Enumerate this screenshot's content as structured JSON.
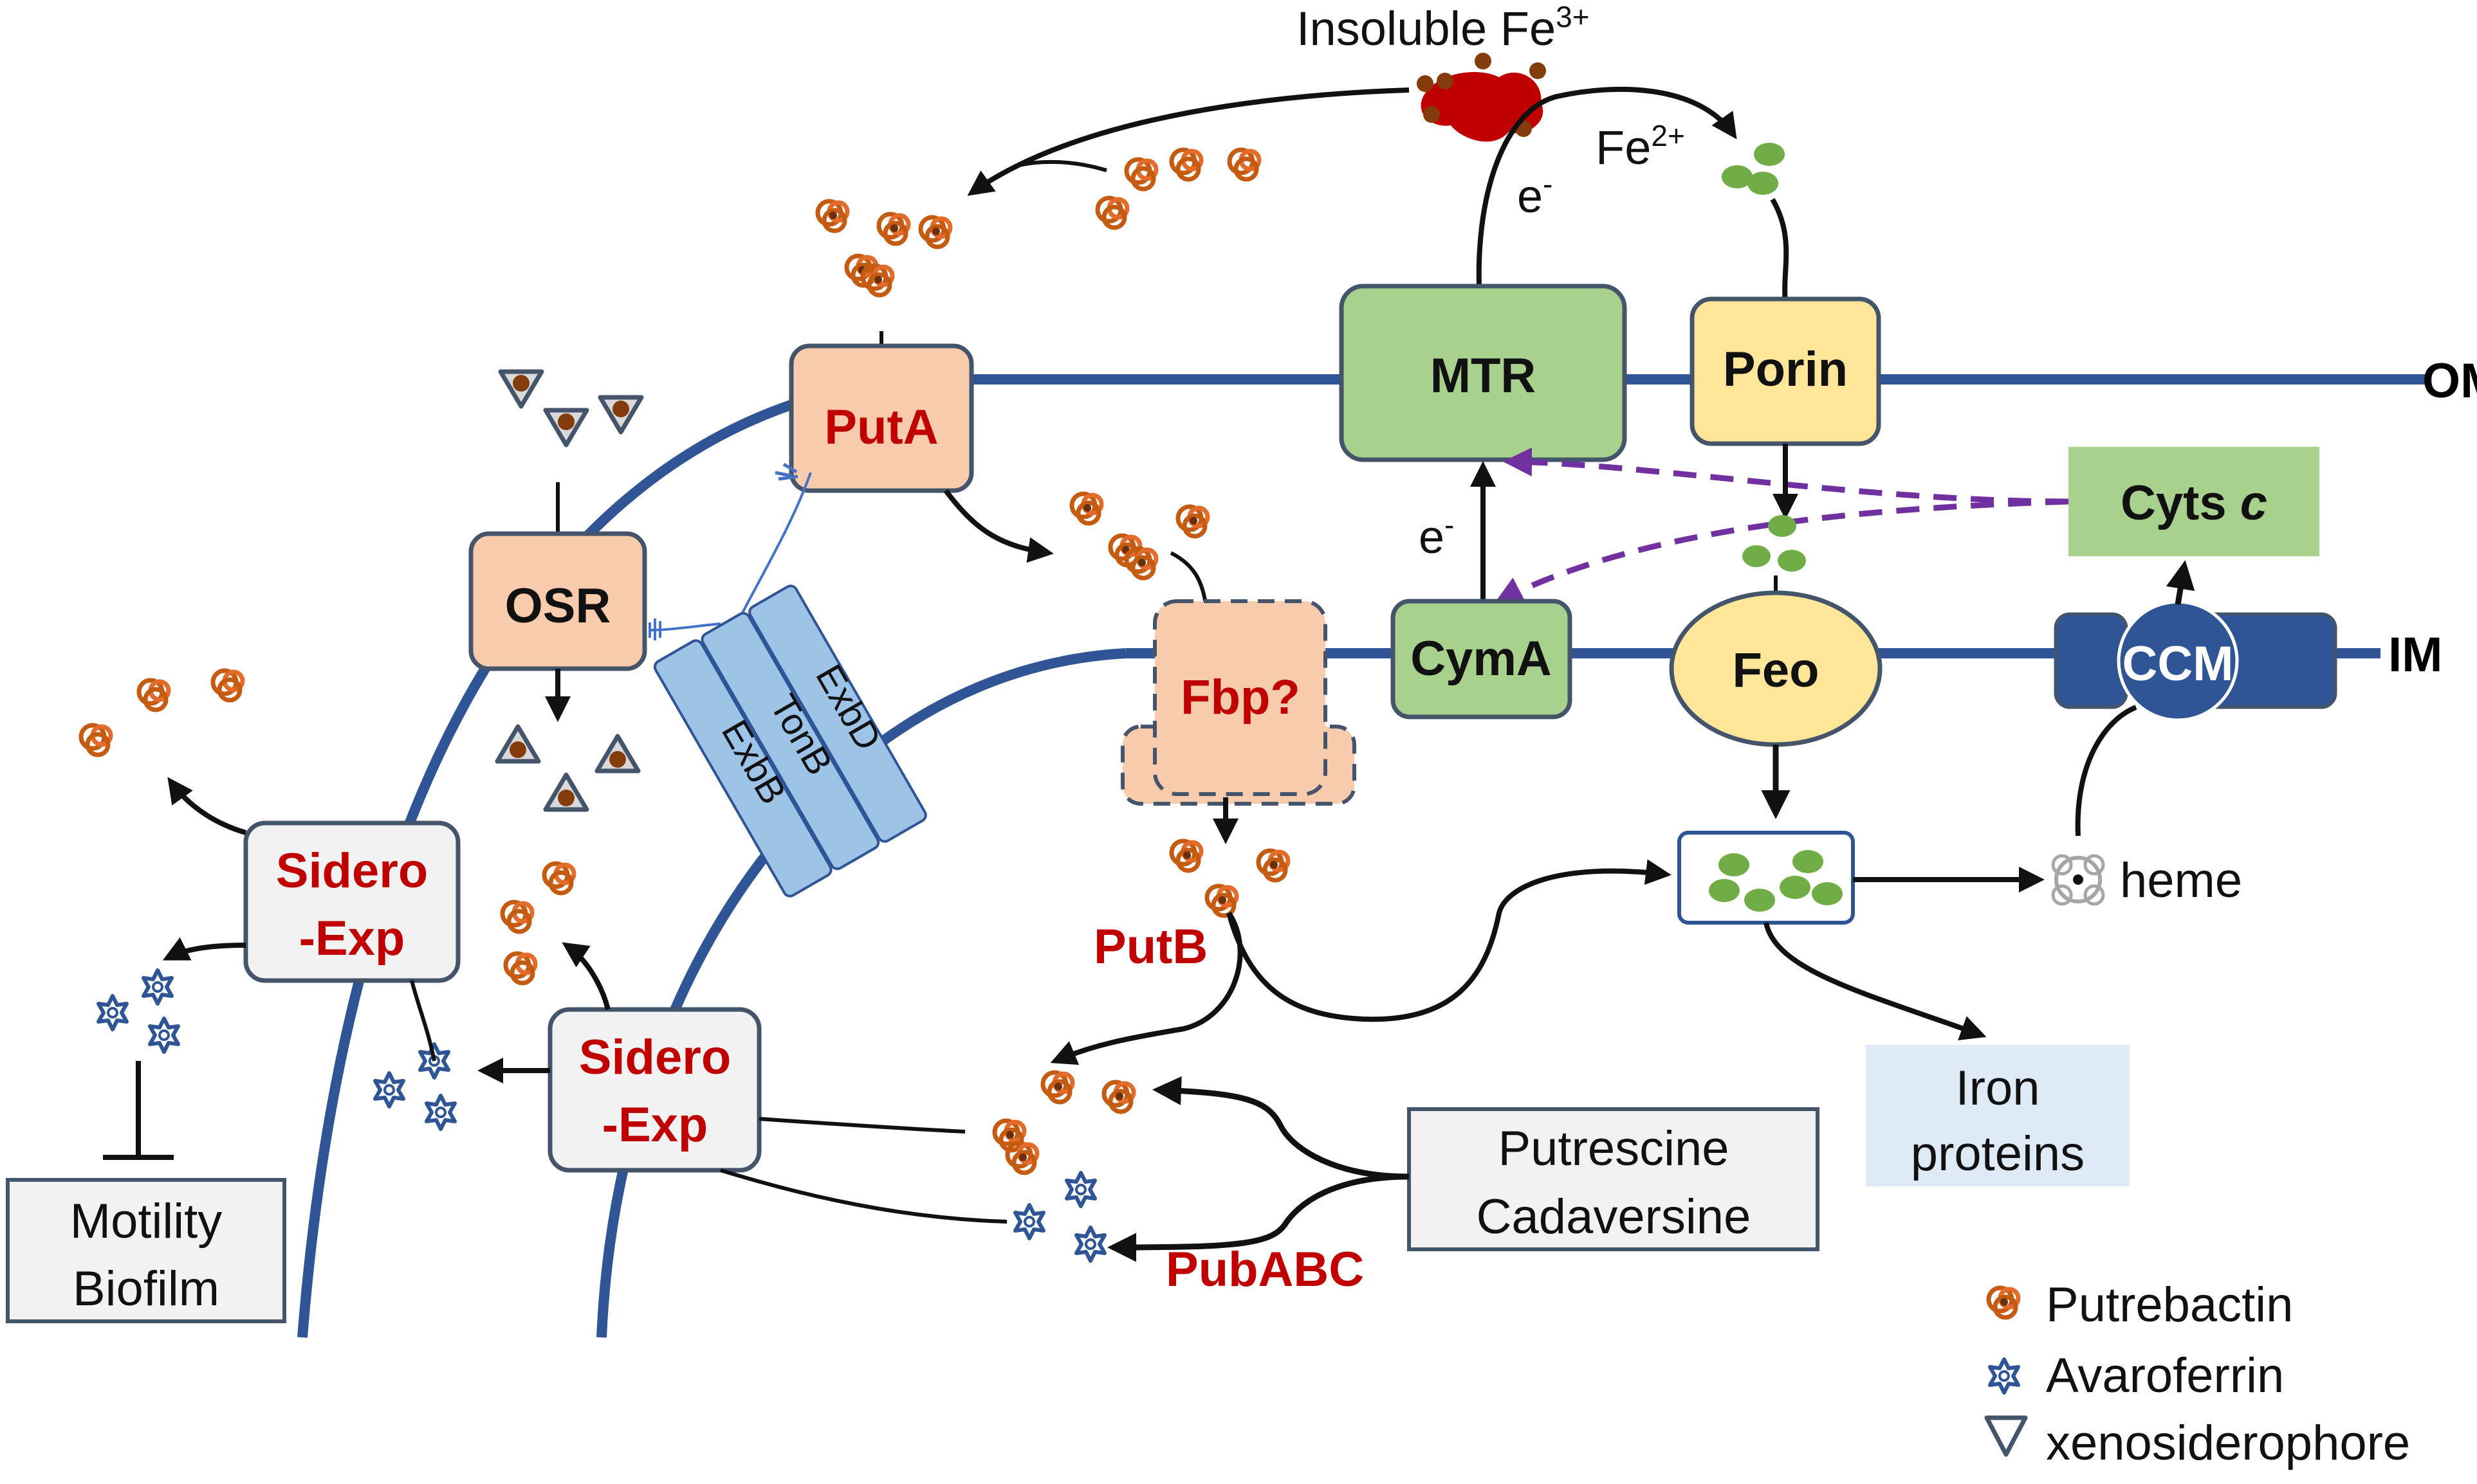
{
  "labels": {
    "insoluble": "Insoluble Fe",
    "insoluble_sup": "3+",
    "fe2": "Fe",
    "fe2_sup": "2+",
    "e_minus": "e",
    "e_sup": "-",
    "om": "OM",
    "im": "IM",
    "heme": "heme",
    "putb": "PutB",
    "pubabc": "PubABC"
  },
  "boxes": {
    "puta": "PutA",
    "osr": "OSR",
    "mtr": "MTR",
    "porin": "Porin",
    "cymA": "CymA",
    "feo": "Feo",
    "fbp": "Fbp?",
    "cyts": "Cyts ",
    "cyts_italic": "c",
    "ccm": "CCM",
    "tonb": [
      "ExbB",
      "TonB",
      "ExbD"
    ],
    "sidero_exp_1": [
      "Sidero",
      "-Exp"
    ],
    "sidero_exp_2": [
      "Sidero",
      "-Exp"
    ],
    "iron_proteins": [
      "Iron",
      "proteins"
    ],
    "putrescine": [
      "Putrescine",
      "Cadaversine"
    ],
    "motility": [
      "Motility",
      "Biofilm"
    ]
  },
  "legend": [
    {
      "symbol": "putrebactin-icon",
      "label": "Putrebactin"
    },
    {
      "symbol": "avaroferrin-icon",
      "label": "Avaroferrin"
    },
    {
      "symbol": "xenosiderophore-icon",
      "label": "xenosiderophore"
    }
  ],
  "colors": {
    "membrane": "#2f5597",
    "red_text": "#c00000",
    "green_box": "#a9d18e",
    "yellow_box": "#ffe699",
    "salmon_box": "#f8cbad",
    "blue_box": "#9dc3e6",
    "light_blue_box": "#deebf7",
    "gray_box": "#f2f2f2",
    "dashed_purple": "#7030a0",
    "fe2_green": "#70ad47"
  }
}
